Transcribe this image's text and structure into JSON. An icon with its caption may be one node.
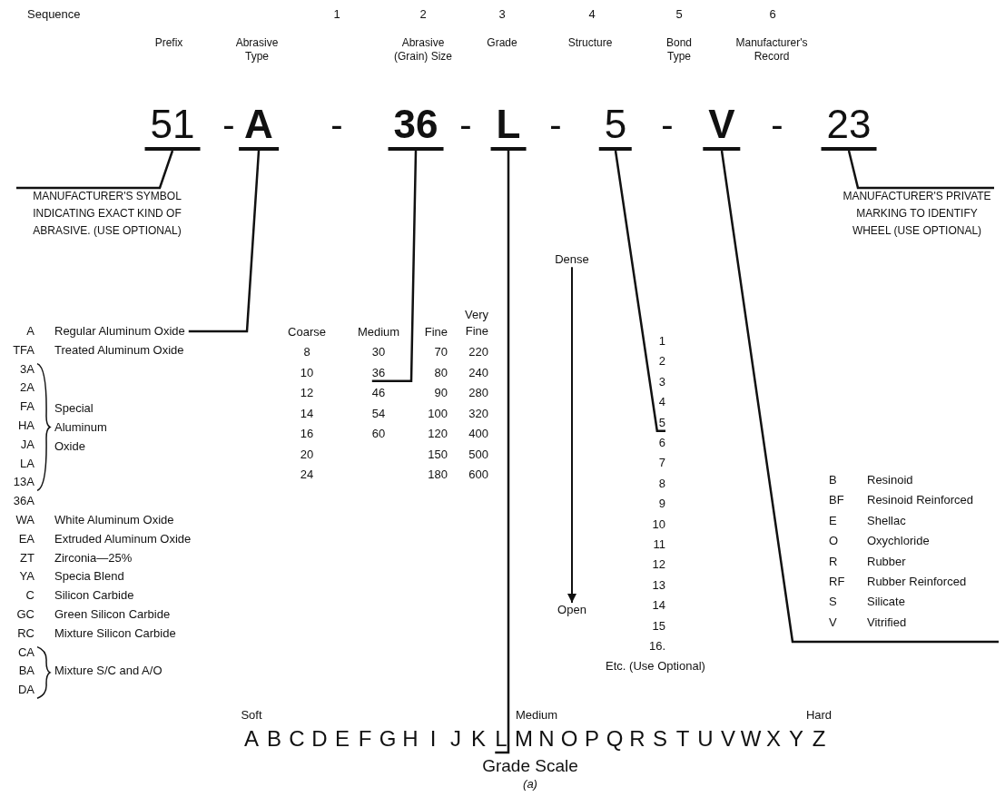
{
  "diagram": {
    "nodes": [
      {
        "text": [
          "51"
        ]
      },
      {
        "text": [
          "A"
        ]
      },
      {
        "text": [
          "36"
        ]
      },
      {
        "text": [
          "L"
        ]
      },
      {
        "text": [
          "5"
        ]
      },
      {
        "text": [
          "V"
        ]
      },
      {
        "text": [
          "23"
        ]
      },
      {
        "text": [
          "MANUFACTURER'S SYMBOL INDICATING EXACT KIND OF ABRASIVE. (USE OPTIONAL)"
        ]
      },
      {
        "text": [
          "A",
          "Regular Aluminum Oxide"
        ]
      },
      {
        "text": [
          "36"
        ]
      },
      {
        "text": [
          "L"
        ]
      },
      {
        "text": [
          "5"
        ]
      },
      {
        "text": [
          "MANUFACTURER'S PRIVATE MARKING TO IDENTIFY WHEEL (USE OPTIONAL)"
        ]
      },
      {
        "text": [
          "Dense"
        ]
      },
      {
        "text": [
          "Open"
        ]
      }
    ],
    "edges": [
      {
        "from": 0,
        "to": 7,
        "arrow": "none"
      },
      {
        "from": 1,
        "to": 8,
        "arrow": "none"
      },
      {
        "from": 2,
        "to": 9,
        "arrow": "none"
      },
      {
        "from": 3,
        "to": 10,
        "arrow": "none"
      },
      {
        "from": 4,
        "to": 11,
        "arrow": "none"
      },
      {
        "from": 5,
        "to": null,
        "arrow": "none"
      },
      {
        "from": 6,
        "to": 12,
        "arrow": "none"
      },
      {
        "from": 13,
        "to": 14,
        "arrow": "to"
      }
    ],
    "labels": [
      "Sequence",
      "1",
      "2",
      "3",
      "4",
      "5",
      "6",
      "Prefix",
      "Abrasive Type",
      "Abrasive (Grain) Size",
      "Grade",
      "Structure",
      "Bond Type",
      "Manufacturer's Record",
      "-",
      "-",
      "-",
      "-",
      "-",
      "-",
      "TFA",
      "Treated Aluminum Oxide",
      "3A",
      "2A",
      "FA",
      "Special Aluminum Oxide",
      "HA",
      "JA",
      "LA",
      "13A",
      "36A",
      "WA",
      "White Aluminum Oxide",
      "EA",
      "Extruded Aluminum Oxide",
      "ZT",
      "Zirconia—25%",
      "YA",
      "Specia Blend",
      "C",
      "Silicon Carbide",
      "GC",
      "Green Silicon Carbide",
      "RC",
      "Mixture Silicon Carbide",
      "CA",
      "BA",
      "Mixture S/C and A/O",
      "DA",
      "Coarse",
      "Medium",
      "Fine",
      "Very Fine",
      "8",
      "30",
      "70",
      "220",
      "10",
      "80",
      "240",
      "12",
      "46",
      "90",
      "280",
      "14",
      "54",
      "100",
      "320",
      "16",
      "60",
      "120",
      "400",
      "20",
      "150",
      "500",
      "24",
      "180",
      "600",
      "1",
      "2",
      "3",
      "4",
      "6",
      "7",
      "8",
      "9",
      "10",
      "11",
      "12",
      "13",
      "14",
      "15",
      "16.",
      "Etc. (Use Optional)",
      "B",
      "Resinoid",
      "BF",
      "Resinoid Reinforced",
      "E",
      "Shellac",
      "O",
      "Oxychloride",
      "R",
      "Rubber",
      "RF",
      "Rubber Reinforced",
      "S",
      "Silicate",
      "V",
      "Vitrified",
      "Soft",
      "Medium",
      "Hard",
      "A",
      "B",
      "C",
      "D",
      "E",
      "F",
      "G",
      "H",
      "I",
      "J",
      "K",
      "M",
      "N",
      "O",
      "P",
      "Q",
      "R",
      "S",
      "T",
      "U",
      "V",
      "W",
      "X",
      "Y",
      "Z",
      "Grade Scale",
      "(a)"
    ]
  }
}
